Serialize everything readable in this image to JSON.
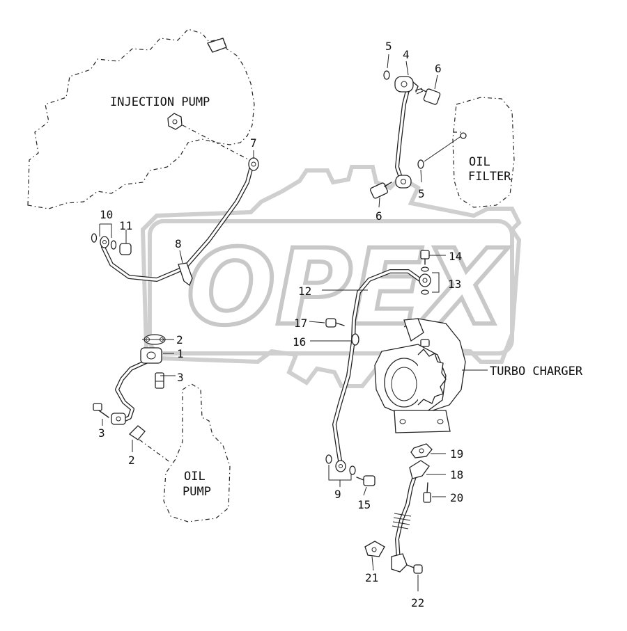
{
  "components": {
    "injection_pump": "INJECTION PUMP",
    "oil_filter_line1": "OIL",
    "oil_filter_line2": "FILTER",
    "oil_pump_line1": "OIL",
    "oil_pump_line2": "PUMP",
    "turbo_charger": "TURBO CHARGER"
  },
  "watermark": {
    "text": "OPEX",
    "color": "#d0d0d0"
  },
  "callouts": {
    "c1": "1",
    "c2a": "2",
    "c2b": "2",
    "c3a": "3",
    "c3b": "3",
    "c4": "4",
    "c5a": "5",
    "c5b": "5",
    "c6a": "6",
    "c6b": "6",
    "c7": "7",
    "c8": "8",
    "c9": "9",
    "c10": "10",
    "c11": "11",
    "c12": "12",
    "c13": "13",
    "c14": "14",
    "c15": "15",
    "c16": "16",
    "c17": "17",
    "c18": "18",
    "c19": "19",
    "c20": "20",
    "c21": "21",
    "c22": "22"
  }
}
